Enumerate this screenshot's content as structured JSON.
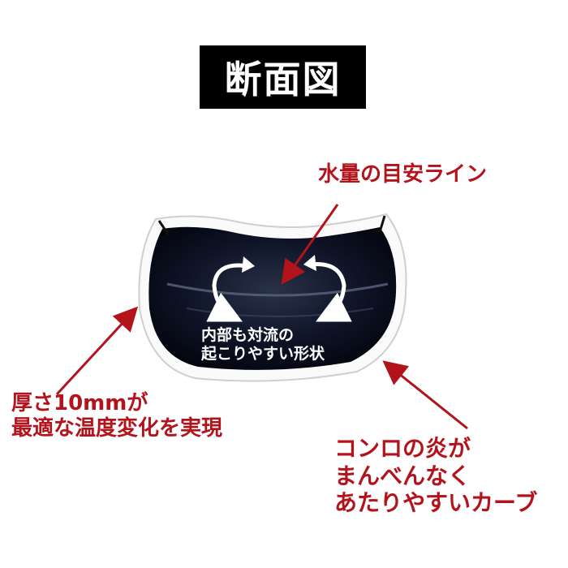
{
  "title": "断面図",
  "labels": {
    "water_line": "水量の目安ライン",
    "thickness_line1": "厚さ10mmが",
    "thickness_line2": "最適な温度変化を実現",
    "flame_line1": "コンロの炎が",
    "flame_line2": "まんべんなく",
    "flame_line3": "あたりやすいカーブ",
    "convection_line1": "内部も対流の",
    "convection_line2": "起こりやすい形状"
  },
  "colors": {
    "accent_red": "#b3141c",
    "pot_interior": "#0b0f22",
    "title_bg": "#000000"
  }
}
